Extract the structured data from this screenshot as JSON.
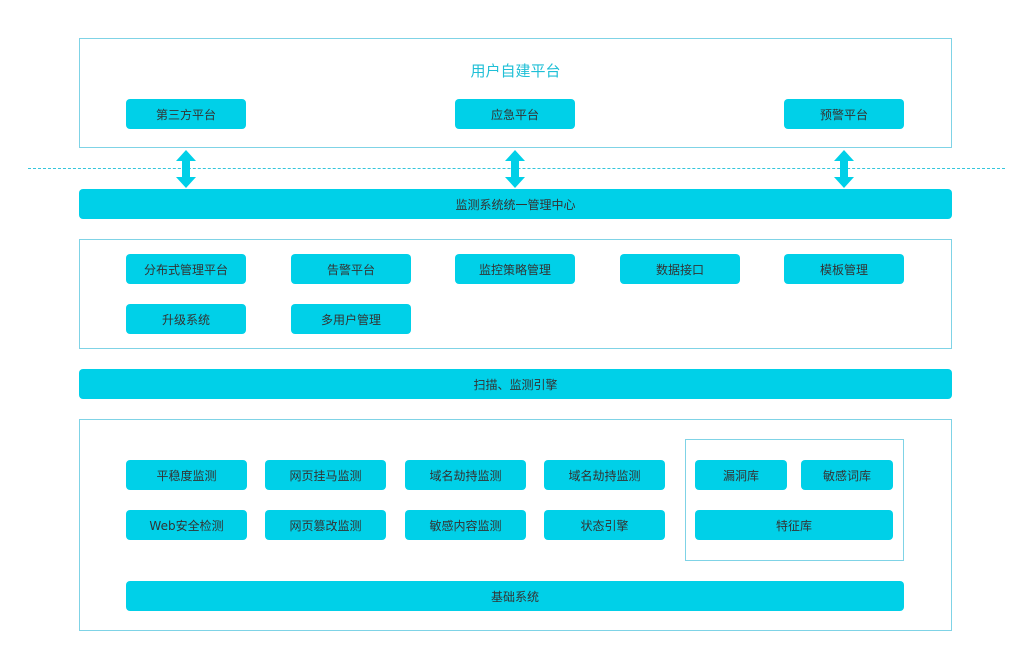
{
  "user_platform": {
    "title": "用户自建平台",
    "items": [
      "第三方平台",
      "应急平台",
      "预警平台"
    ]
  },
  "unified_center": "监测系统统一管理中心",
  "management": {
    "row1": [
      "分布式管理平台",
      "告警平台",
      "监控策略管理",
      "数据接口",
      "模板管理"
    ],
    "row2": [
      "升级系统",
      "多用户管理"
    ]
  },
  "engine": "扫描、监测引擎",
  "monitoring": {
    "row1": [
      "平稳度监测",
      "网页挂马监测",
      "域名劫持监测",
      "域名劫持监测"
    ],
    "row2": [
      "Web安全检测",
      "网页篡改监测",
      "敏感内容监测",
      "状态引擎"
    ]
  },
  "libraries": {
    "row1": [
      "漏洞库",
      "敏感词库"
    ],
    "feature": "特征库"
  },
  "base_system": "基础系统",
  "colors": {
    "pill": "#00d0e8",
    "frame": "#7fd3e6",
    "title": "#1fbfd6",
    "dash": "#35c6dc"
  }
}
